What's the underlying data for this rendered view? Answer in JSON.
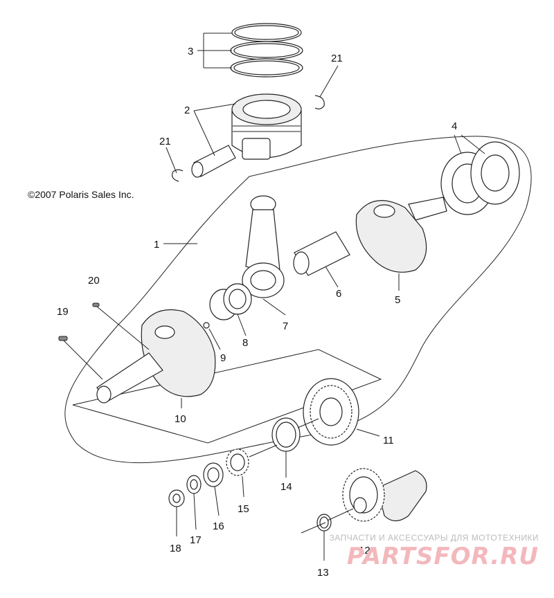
{
  "copyright": "©2007 Polaris Sales Inc.",
  "callouts": [
    "1",
    "2",
    "3",
    "4",
    "5",
    "6",
    "7",
    "8",
    "9",
    "10",
    "11",
    "12",
    "13",
    "14",
    "15",
    "16",
    "17",
    "18",
    "19",
    "20",
    "21",
    "21"
  ],
  "watermark": {
    "tagline": "ЗАПЧАСТИ И АКСЕССУАРЫ ДЛЯ МОТОТЕХНИКИ",
    "logo": "PARTSFOR.RU"
  }
}
